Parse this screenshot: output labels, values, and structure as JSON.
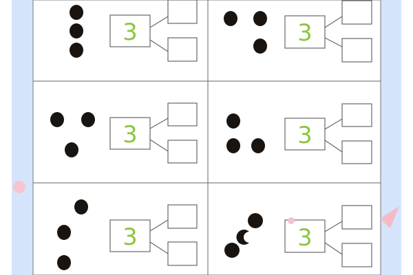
{
  "worksheet": {
    "cells": [
      {
        "number": "3",
        "dots": 3
      },
      {
        "number": "3",
        "dots": 3
      },
      {
        "number": "3",
        "dots": 3
      },
      {
        "number": "3",
        "dots": 3
      },
      {
        "number": "3",
        "dots": 3
      },
      {
        "number": "3",
        "dots": 3
      }
    ]
  },
  "colors": {
    "border_band": "#d4e4fb",
    "number": "#8cc63f",
    "dot": "#1a1410",
    "decor_pink": "#f6b9c6"
  }
}
